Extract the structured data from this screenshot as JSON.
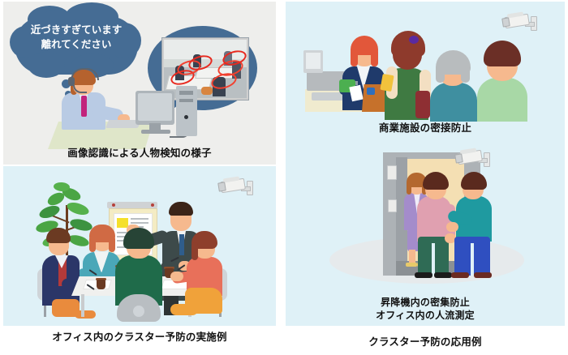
{
  "figure": {
    "title": "",
    "background_color": "#ffffff"
  },
  "colors": {
    "panel_gray": "#eeeeec",
    "panel_blue": "#dff1f7",
    "bubble_blue": "#456c94",
    "detection_ring_red": "#e8291f",
    "caption_text": "#111111"
  },
  "panels": {
    "detection": {
      "caption": "画像認識による人物検知の様子",
      "background_color": "#eeeeec",
      "thought_bubble": {
        "line1": "近づきすぎています",
        "line2": "離れてください",
        "text": "近づきすぎています\n離れてください"
      },
      "speech_bubble_photo": {
        "icon": "camera-feed-photo",
        "description_alt": "office-room-detection-frame"
      },
      "operator": {
        "icon": "operator-with-headset",
        "devices": [
          "monitor",
          "pc-tower",
          "keyboard"
        ]
      }
    },
    "office_meeting": {
      "caption": "オフィス内のクラスター予防の実施例",
      "background_color": "#dff1f7",
      "camera_icon": "surveillance-camera-icon",
      "scene_items": [
        "plant-tree",
        "whiteboard",
        "meeting-table",
        "coffee-cups",
        "five-people"
      ]
    },
    "shop": {
      "caption": "商業施設の密接防止",
      "background_color": "#dff1f7",
      "camera_icon": "surveillance-camera-icon",
      "scene_items": [
        "cash-register",
        "cashier",
        "queue-of-customers"
      ]
    },
    "elevator": {
      "caption_line1": "昇降機内の密集防止",
      "caption_line2": "オフィス内の人流測定",
      "background_color": "#dff1f7",
      "camera_icon": "surveillance-camera-icon",
      "scene_items": [
        "elevator-door",
        "woman-inside",
        "two-men-entering"
      ]
    },
    "right_group": {
      "caption": "クラスター予防の応用例"
    }
  }
}
